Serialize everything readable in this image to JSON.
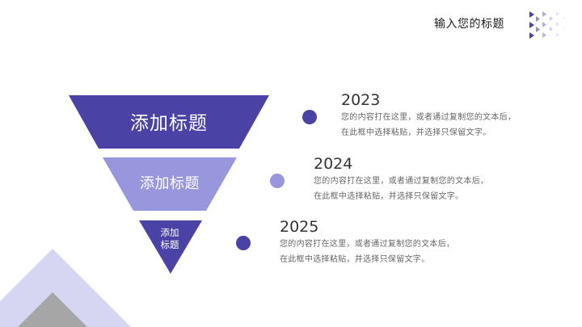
{
  "header": {
    "title": "输入您的标题",
    "pattern_icon": "triangle-arrow-pattern-icon"
  },
  "colors": {
    "dark_purple": "#4b42a5",
    "light_purple": "#9896dc",
    "pale_lavender": "#d6d6f2",
    "gray": "#a6a6a6",
    "text_dark": "#333333",
    "text_gray": "#666666"
  },
  "funnel": [
    {
      "label": "添加标题",
      "color": "#4b42a5"
    },
    {
      "label": "添加标题",
      "color": "#9896dc"
    },
    {
      "label_line1": "添加",
      "label_line2": "标题",
      "color": "#4b42a5"
    }
  ],
  "timeline": [
    {
      "year": "2023",
      "line1": "您的内容打在这里，或者通过复制您的文本后，",
      "line2": "在此框中选择粘贴，并选择只保留文字。",
      "dot_color": "#4b42a5"
    },
    {
      "year": "2024",
      "line1": "您的内容打在这里，或者通过复制您的文本后，",
      "line2": "在此框中选择粘贴，并选择只保留文字。",
      "dot_color": "#9896dc"
    },
    {
      "year": "2025",
      "line1": "您的内容打在这里，或者通过复制您的文本后，",
      "line2": "在此框中选择粘贴，并选择只保留文字。",
      "dot_color": "#4b42a5"
    }
  ]
}
